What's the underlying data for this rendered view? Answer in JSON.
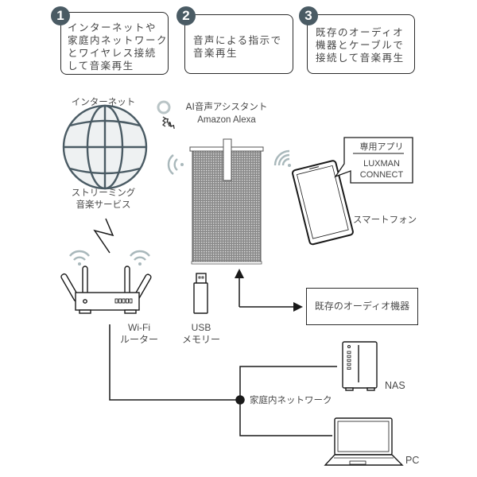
{
  "steps": [
    {
      "number": "1",
      "lines": [
        "インターネットや",
        "家庭内ネットワーク",
        "とワイヤレス接続",
        "して音楽再生"
      ]
    },
    {
      "number": "2",
      "lines": [
        "音声による指示で",
        "音楽再生"
      ]
    },
    {
      "number": "3",
      "lines": [
        "既存のオーディオ",
        "機器とケーブルで",
        "接続して音楽再生"
      ]
    }
  ],
  "internet": {
    "title": "インターネット",
    "caption_lines": [
      "ストリーミング",
      "音楽サービス"
    ],
    "icon": "globe-icon"
  },
  "assistant": {
    "lines": [
      "AI音声アシスタント",
      "Amazon Alexa"
    ],
    "icon": "alexa-voice-icon"
  },
  "speaker": {
    "icon": "speaker-icon"
  },
  "smartphone": {
    "label": "スマートフォン",
    "callout_title": "専用アプリ",
    "callout_app_lines": [
      "LUXMAN",
      "CONNECT"
    ],
    "icon": "smartphone-icon"
  },
  "router": {
    "lines": [
      "Wi-Fi",
      "ルーター"
    ],
    "icon": "router-icon"
  },
  "usb": {
    "lines": [
      "USB",
      "メモリー"
    ],
    "icon": "usb-stick-icon"
  },
  "audio_device": {
    "label": "既存のオーディオ機器"
  },
  "home_network": {
    "label": "家庭内ネットワーク"
  },
  "nas": {
    "label": "NAS",
    "icon": "nas-icon"
  },
  "pc": {
    "label": "PC",
    "icon": "laptop-icon"
  },
  "colors": {
    "step_badge": "#4a5b64",
    "wifi_signal": "#a9b8bb",
    "line": "#1a1a1a",
    "text": "#444444"
  }
}
